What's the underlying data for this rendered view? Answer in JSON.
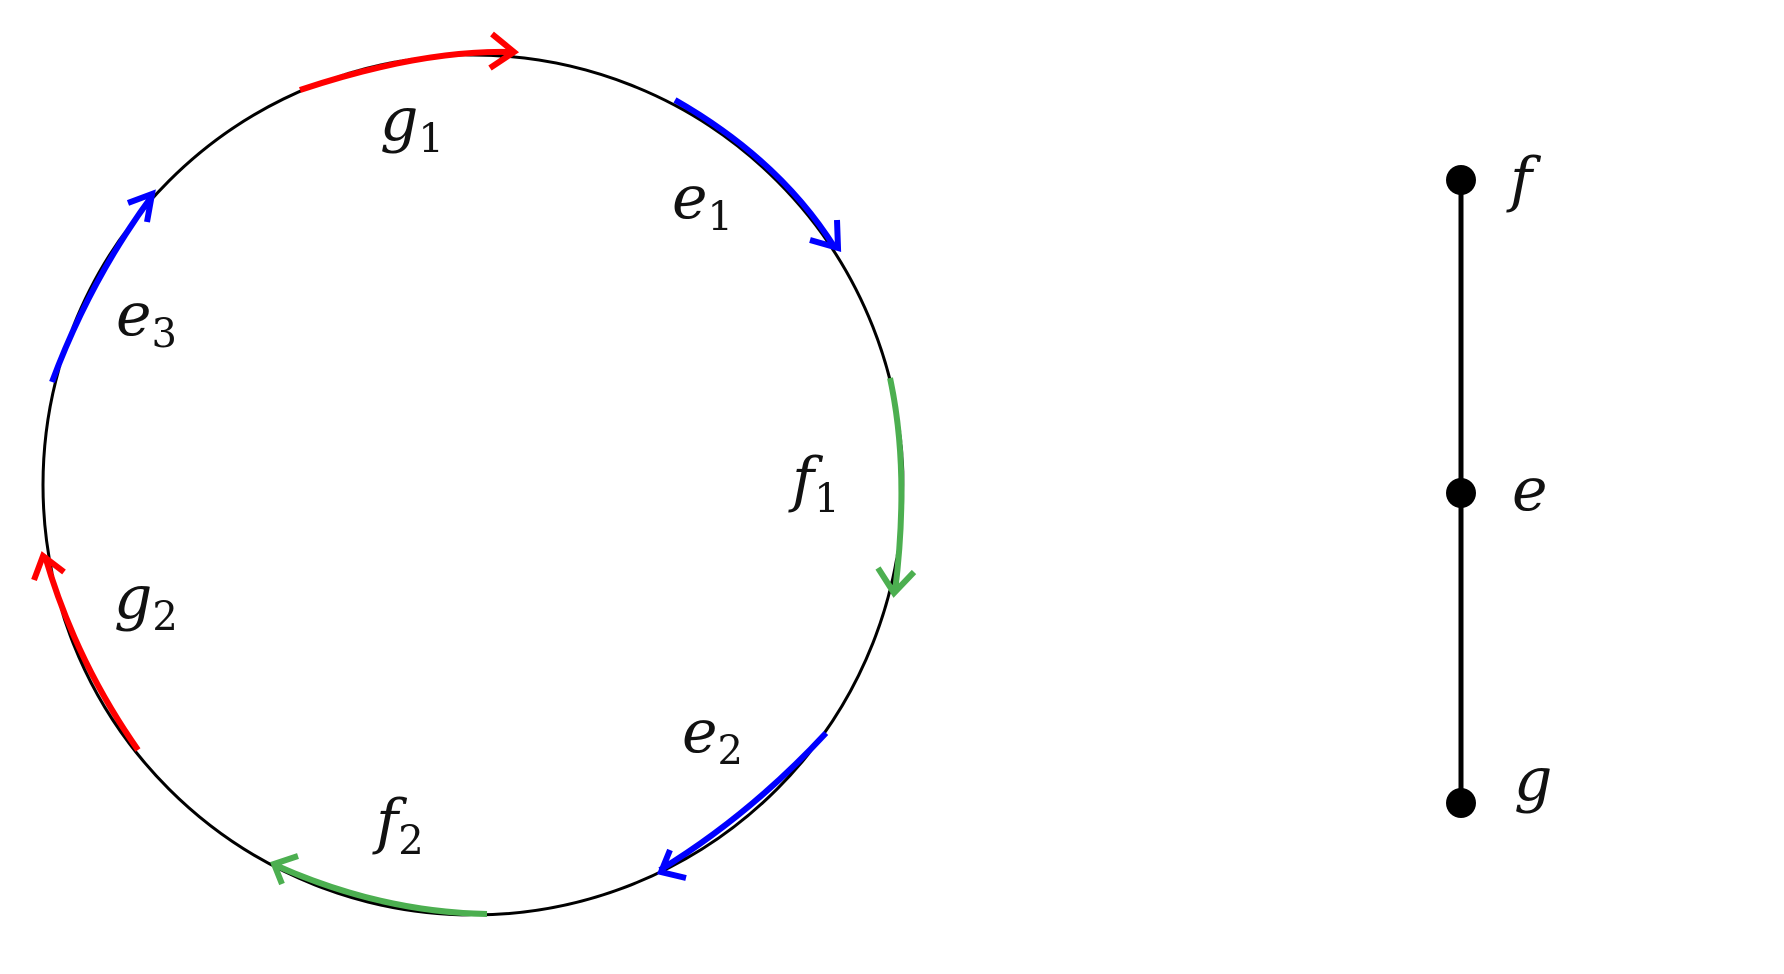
{
  "colors": {
    "red": "#ff0000",
    "blue": "#0000ff",
    "green": "#4caf50",
    "black": "#000000"
  },
  "circle_arcs": [
    {
      "id": "g1",
      "main": "g",
      "sub": "1",
      "color": "red"
    },
    {
      "id": "e1",
      "main": "e",
      "sub": "1",
      "color": "blue"
    },
    {
      "id": "f1",
      "main": "f",
      "sub": "1",
      "color": "green"
    },
    {
      "id": "e2",
      "main": "e",
      "sub": "2",
      "color": "blue"
    },
    {
      "id": "f2",
      "main": "f",
      "sub": "2",
      "color": "green"
    },
    {
      "id": "g2",
      "main": "g",
      "sub": "2",
      "color": "red"
    },
    {
      "id": "e3",
      "main": "e",
      "sub": "3",
      "color": "blue"
    }
  ],
  "path_graph": {
    "nodes": [
      {
        "id": "f",
        "label": "f"
      },
      {
        "id": "e",
        "label": "e"
      },
      {
        "id": "g",
        "label": "g"
      }
    ],
    "edges": [
      [
        "f",
        "e"
      ],
      [
        "e",
        "g"
      ]
    ]
  }
}
